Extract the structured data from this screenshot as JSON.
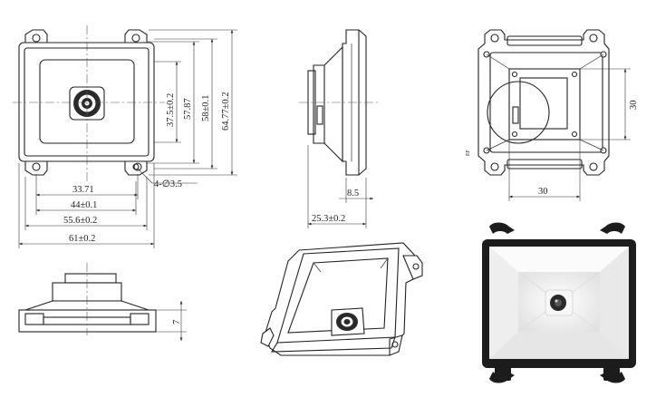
{
  "figure": {
    "front_view": {
      "dims": {
        "d_33_71": "33.71",
        "d_44": "44±0.1",
        "d_55_6": "55.6±0.2",
        "d_61": "61±0.2",
        "d_37_5": "37.5±0.2",
        "d_57_87": "57.87",
        "d_58": "58±0.1",
        "d_64_77": "64.77±0.2",
        "d_hole": "4-∅3.5"
      }
    },
    "side_view": {
      "dims": {
        "d_8_5": "8.5",
        "d_25_3": "25.3±0.2"
      }
    },
    "rear_view": {
      "dims": {
        "d_30_h": "30",
        "d_30_v": "30"
      },
      "small_label": "EF"
    },
    "bottom_view": {
      "dims": {
        "d_7": "7"
      }
    }
  },
  "colors": {
    "line": "#222222",
    "housing_dark": "#1c1c1c",
    "bezel_white": "#f4f4f4",
    "lens": "#2a2a2a"
  }
}
